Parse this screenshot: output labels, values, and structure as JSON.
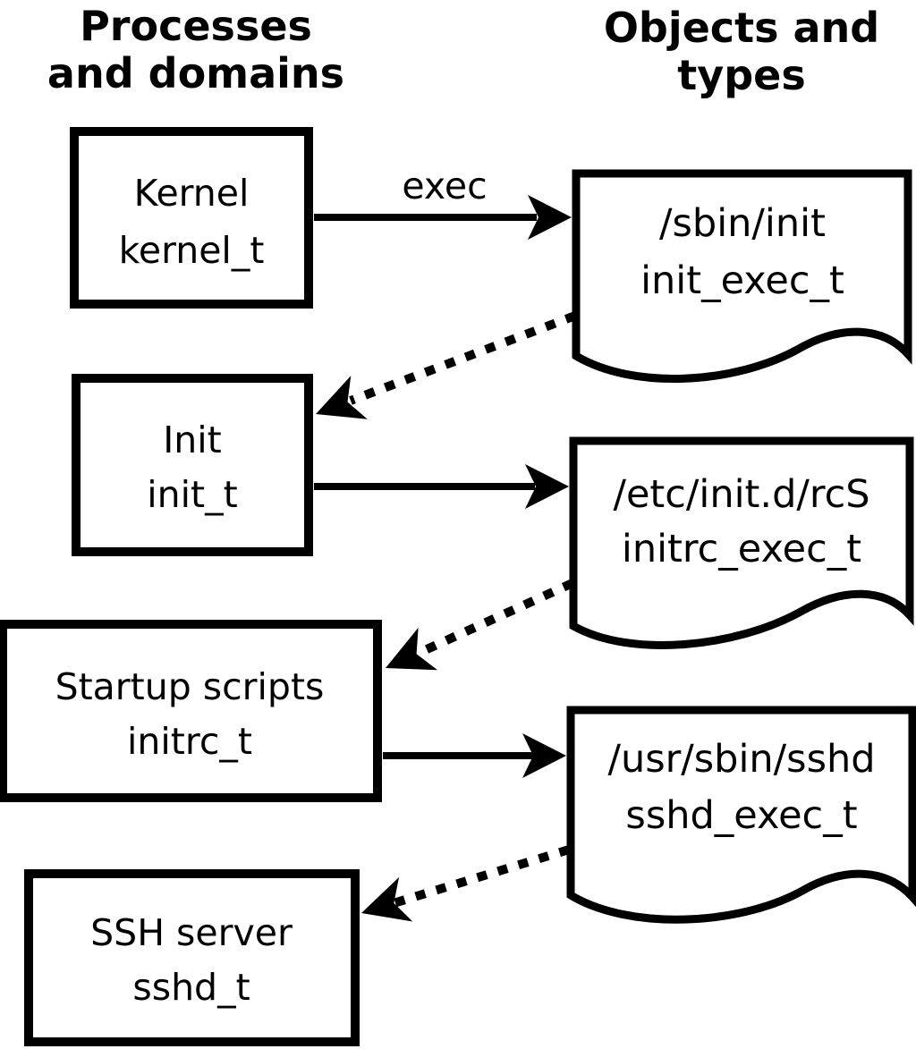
{
  "headers": {
    "left": {
      "line1": "Processes",
      "line2": "and domains"
    },
    "right": {
      "line1": "Objects and",
      "line2": "types"
    }
  },
  "labels": {
    "exec": "exec"
  },
  "processes": [
    {
      "id": "kernel",
      "name": "Kernel",
      "type": "kernel_t"
    },
    {
      "id": "init",
      "name": "Init",
      "type": "init_t"
    },
    {
      "id": "initrc",
      "name": "Startup scripts",
      "type": "initrc_t"
    },
    {
      "id": "sshd",
      "name": "SSH server",
      "type": "sshd_t"
    }
  ],
  "objects": [
    {
      "id": "init_exec",
      "path": "/sbin/init",
      "type": "init_exec_t"
    },
    {
      "id": "initrc_exec",
      "path": "/etc/init.d/rcS",
      "type": "initrc_exec_t"
    },
    {
      "id": "sshd_exec",
      "path": "/usr/sbin/sshd",
      "type": "sshd_exec_t"
    }
  ],
  "edges": [
    {
      "from": "kernel",
      "to": "init_exec",
      "style": "solid",
      "label": "exec"
    },
    {
      "from": "init_exec",
      "to": "init",
      "style": "dotted"
    },
    {
      "from": "init",
      "to": "initrc_exec",
      "style": "solid"
    },
    {
      "from": "initrc_exec",
      "to": "initrc",
      "style": "dotted"
    },
    {
      "from": "initrc",
      "to": "sshd_exec",
      "style": "solid"
    },
    {
      "from": "sshd_exec",
      "to": "sshd",
      "style": "dotted"
    }
  ],
  "colors": {
    "foreground": "#000000",
    "background": "#ffffff"
  }
}
